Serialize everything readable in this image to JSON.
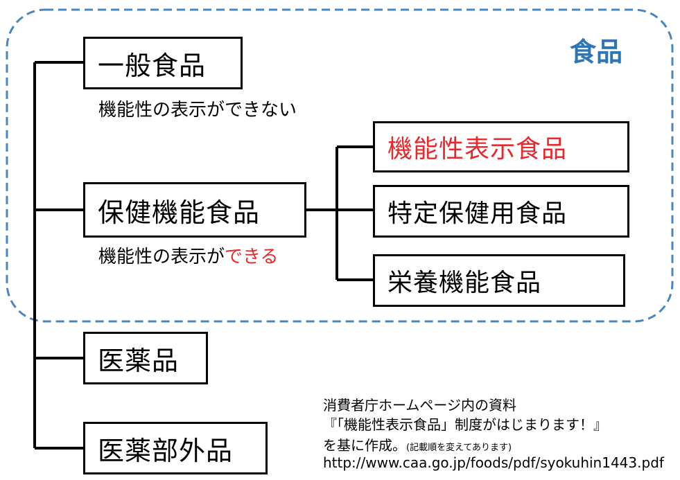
{
  "group_label": "食品",
  "boxes": {
    "general_food": "一般食品",
    "health_function_food": "保健機能食品",
    "functional_label_food": "機能性表示食品",
    "specified_health_food": "特定保健用食品",
    "nutrient_function_food": "栄養機能食品",
    "pharmaceutical": "医薬品",
    "quasi_drug": "医薬部外品"
  },
  "captions": {
    "general_food": "機能性の表示ができない",
    "health_function_prefix": "機能性の表示が",
    "health_function_emphasis": "できる"
  },
  "source": {
    "line1": "消費者庁ホームページ内の資料",
    "line2": "『「機能性表示食品」制度がはじまります！』",
    "line3": "を基に作成。",
    "line3_note": "(記載順を変えてあります)",
    "line4": "http://www.caa.go.jp/foods/pdf/syokuhin1443.pdf"
  },
  "colors": {
    "group_border": "#4a86bd",
    "group_label": "#2e75b6",
    "emphasis": "#e8282b",
    "line": "#000000"
  }
}
